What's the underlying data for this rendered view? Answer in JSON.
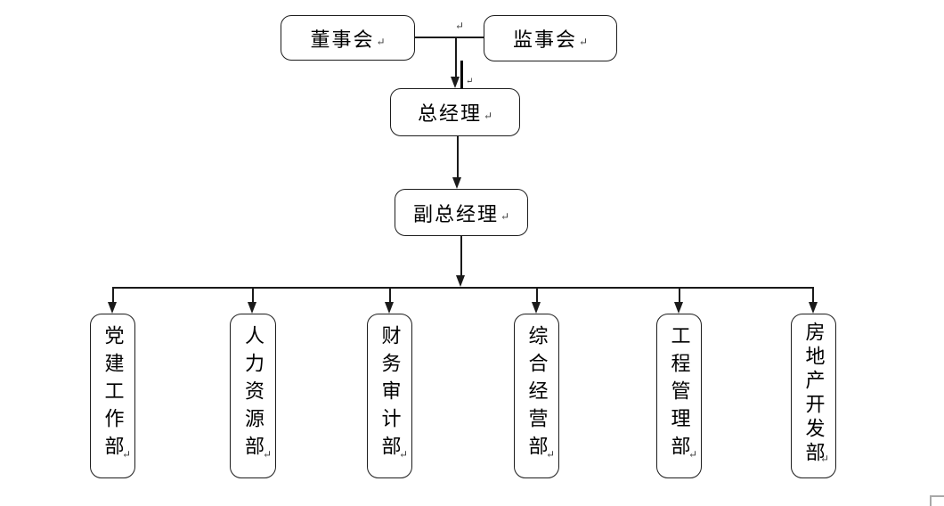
{
  "diagram": {
    "kind": "organization-chart",
    "nodes": {
      "board": {
        "label": "董事会"
      },
      "supervisory": {
        "label": "监事会"
      },
      "general_manager": {
        "label": "总经理"
      },
      "deputy_general_manager": {
        "label": "副总经理"
      },
      "departments": [
        {
          "label": "党建工作部"
        },
        {
          "label": "人力资源部"
        },
        {
          "label": "财务审计部"
        },
        {
          "label": "综合经营部"
        },
        {
          "label": "工程管理部"
        },
        {
          "label": "房地产开发部"
        }
      ]
    },
    "hierarchy": [
      {
        "from": "董事会",
        "to": "监事会",
        "style": "plain-line"
      },
      {
        "from": "董事会/监事会",
        "to": "总经理",
        "style": "arrow"
      },
      {
        "from": "总经理",
        "to": "副总经理",
        "style": "arrow"
      },
      {
        "from": "副总经理",
        "to": "党建工作部",
        "style": "arrow"
      },
      {
        "from": "副总经理",
        "to": "人力资源部",
        "style": "arrow"
      },
      {
        "from": "副总经理",
        "to": "财务审计部",
        "style": "arrow"
      },
      {
        "from": "副总经理",
        "to": "综合经营部",
        "style": "arrow"
      },
      {
        "from": "副总经理",
        "to": "工程管理部",
        "style": "arrow"
      },
      {
        "from": "副总经理",
        "to": "房地产开发部",
        "style": "arrow"
      }
    ],
    "marks": {
      "paragraph_return": "↵"
    },
    "colors": {
      "line": "#1a1a1a",
      "box_border": "#1c1c1c",
      "box_fill": "#ffffff",
      "page_corner_gray": "#a8a8a8"
    }
  }
}
